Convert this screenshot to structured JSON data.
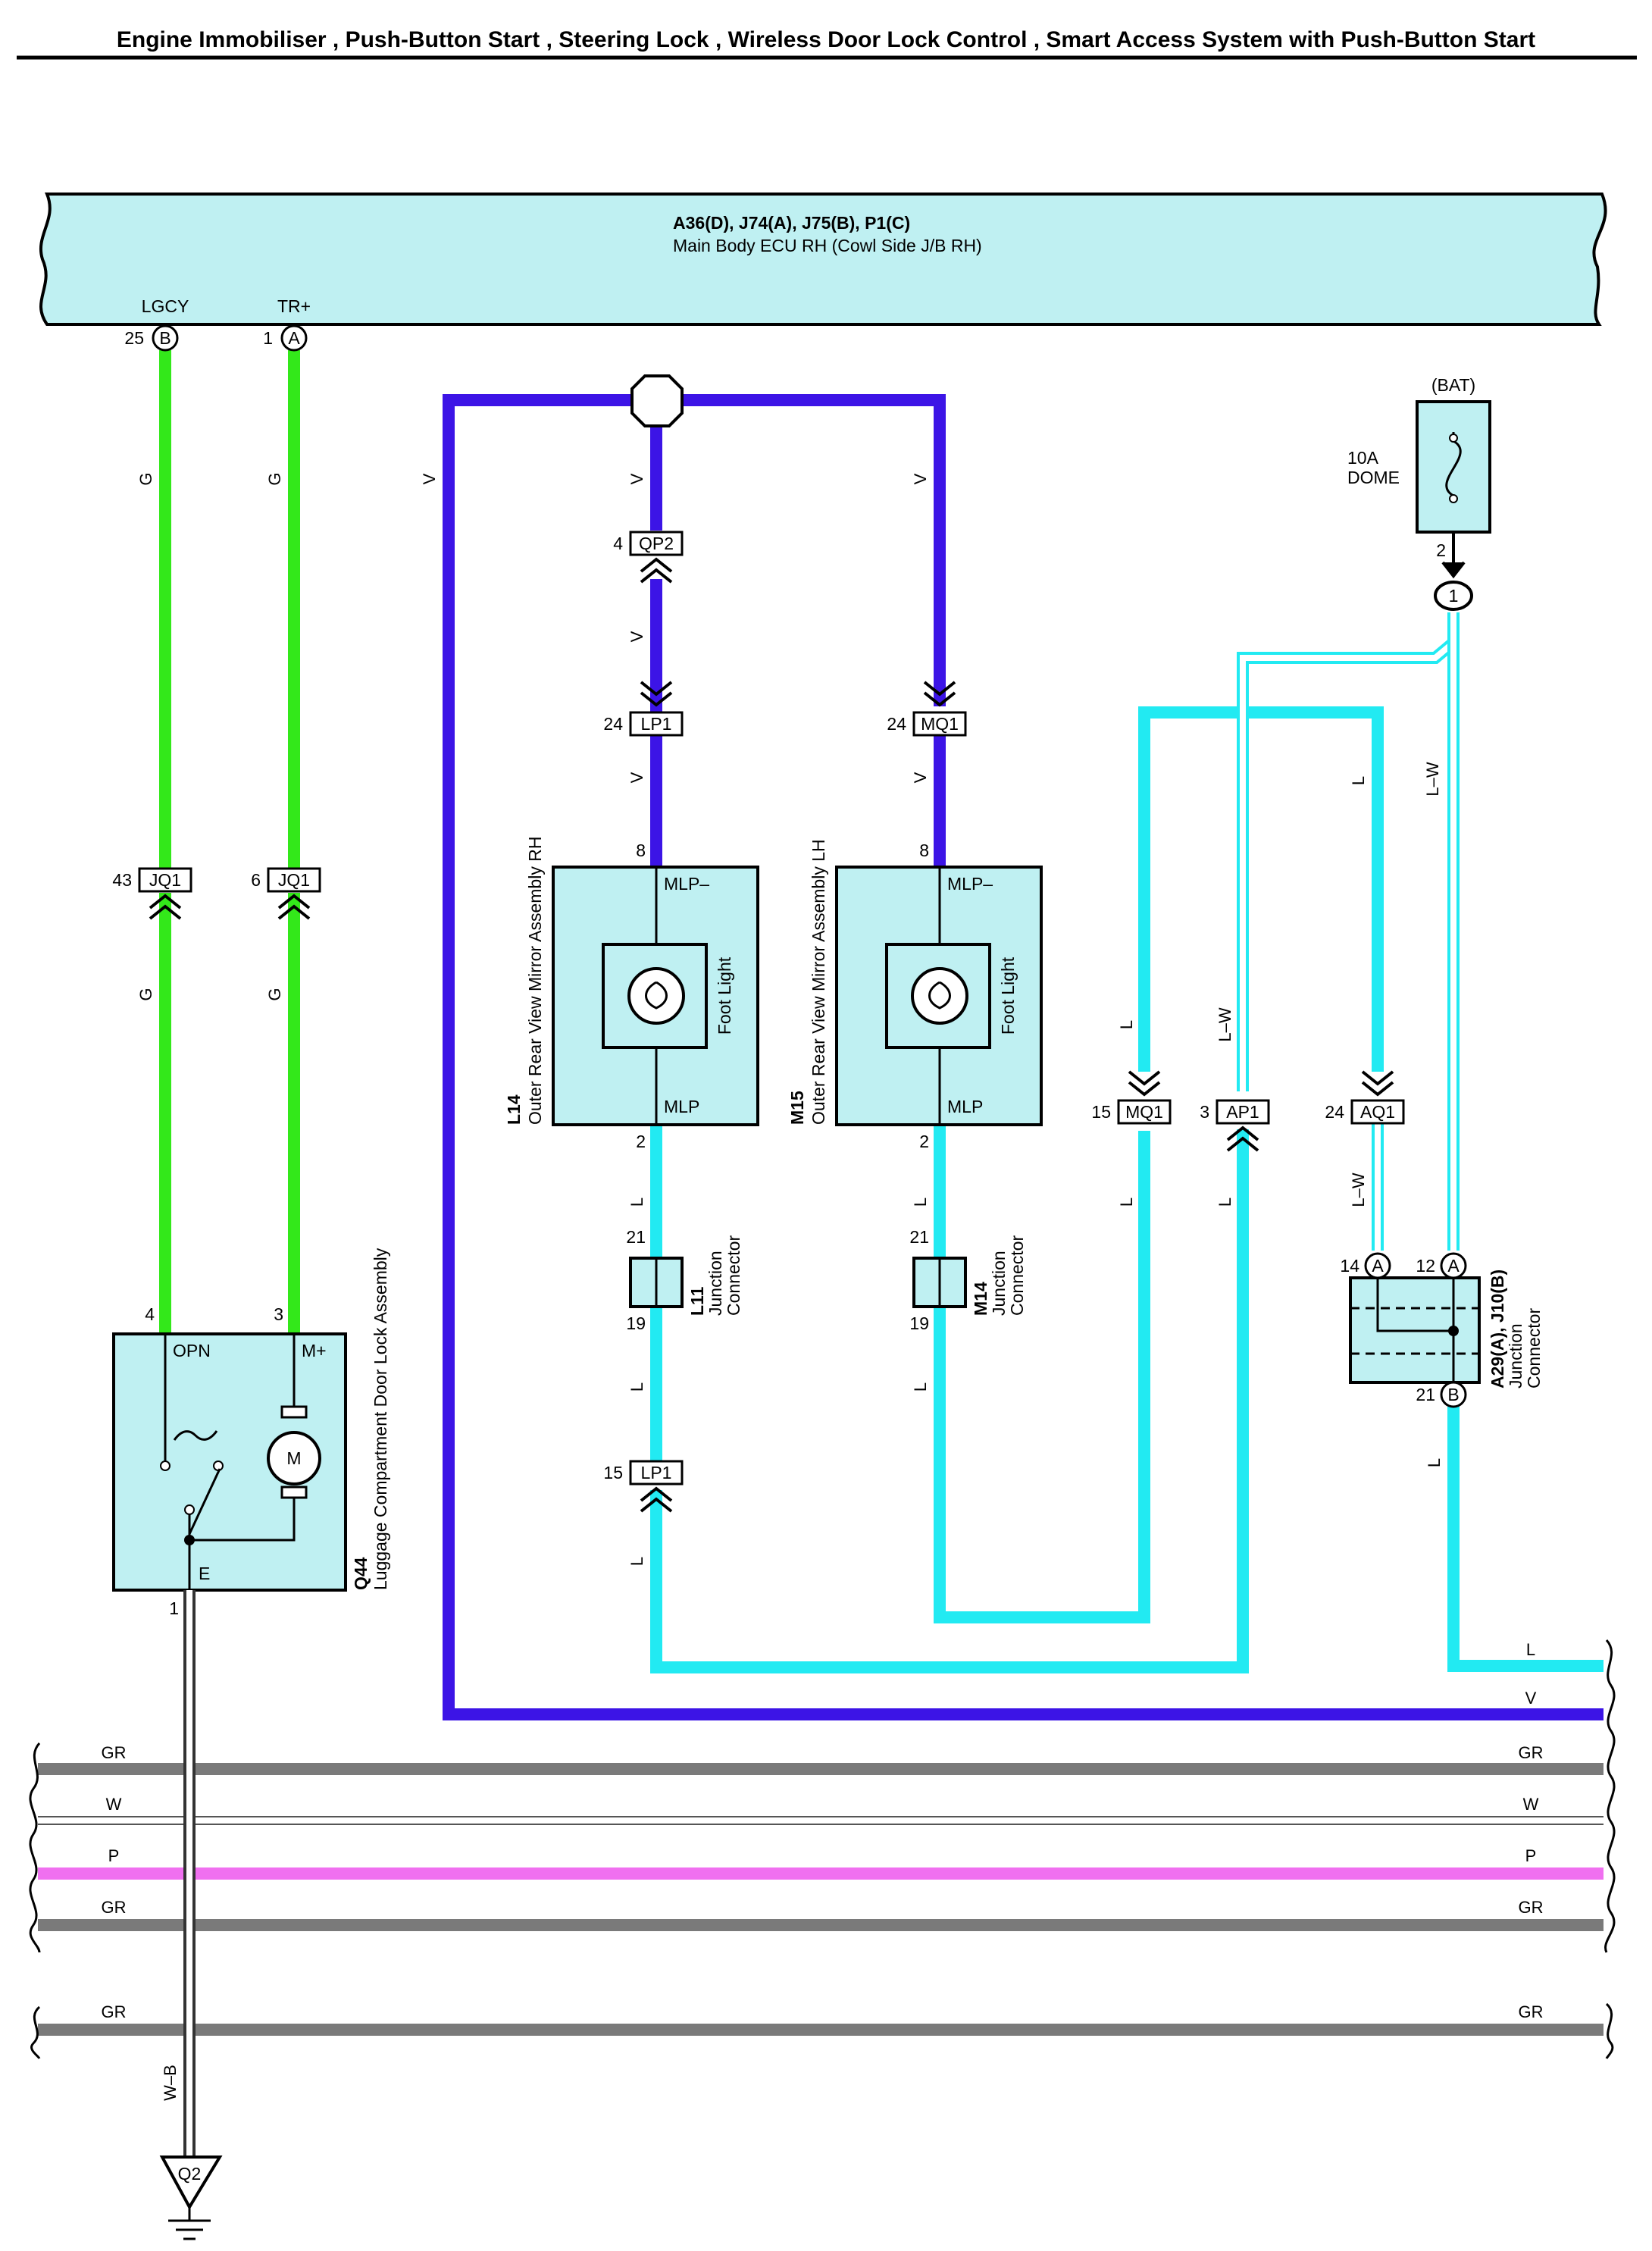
{
  "title": "Engine Immobiliser , Push-Button Start , Steering Lock , Wireless Door Lock Control , Smart Access System with Push-Button Start",
  "colors": {
    "G": "#33e81a",
    "V": "#3c14e6",
    "L": "#22eaf2",
    "GR": "#7a7a7a",
    "P": "#f070f0",
    "component_fill": "#bff0f2"
  },
  "ecu": {
    "connectors": "A36(D), J74(A), J75(B), P1(C)",
    "name": "Main Body ECU RH (Cowl Side J/B RH)",
    "terminals": [
      {
        "name": "LGCY",
        "pin": "25",
        "connector": "B"
      },
      {
        "name": "TR+",
        "pin": "1",
        "connector": "A"
      }
    ]
  },
  "wire_colors": {
    "g": "G",
    "v": "V",
    "l": "L",
    "lw": "L–W",
    "gr": "GR",
    "w": "W",
    "p": "P",
    "wb": "W–B"
  },
  "connectors": {
    "qp2": {
      "pin": "4",
      "name": "QP2"
    },
    "lp1_top": {
      "pin": "24",
      "name": "LP1"
    },
    "mq1_top": {
      "pin": "24",
      "name": "MQ1"
    },
    "jq1_left": {
      "pin": "43",
      "name": "JQ1"
    },
    "jq1_right": {
      "pin": "6",
      "name": "JQ1"
    },
    "mq1_bot": {
      "pin": "15",
      "name": "MQ1"
    },
    "ap1": {
      "pin": "3",
      "name": "AP1"
    },
    "aq1": {
      "pin": "24",
      "name": "AQ1"
    },
    "lp1_bot": {
      "pin": "15",
      "name": "LP1"
    }
  },
  "mirror_rh": {
    "code": "L14",
    "name": "Outer Rear View Mirror Assembly RH",
    "pin_top": "8",
    "pin_bottom": "2",
    "term_top": "MLP–",
    "term_bottom": "MLP",
    "lamp": "Foot Light"
  },
  "mirror_lh": {
    "code": "M15",
    "name": "Outer Rear View Mirror Assembly LH",
    "pin_top": "8",
    "pin_bottom": "2",
    "term_top": "MLP–",
    "term_bottom": "MLP",
    "lamp": "Foot Light"
  },
  "jc_l11": {
    "code": "L11",
    "name_line1": "Junction",
    "name_line2": "Connector",
    "pin_top": "21",
    "pin_bottom": "19"
  },
  "jc_m14": {
    "code": "M14",
    "name_line1": "Junction",
    "name_line2": "Connector",
    "pin_top": "21",
    "pin_bottom": "19"
  },
  "jc_a29": {
    "code": "A29(A), J10(B)",
    "name_line1": "Junction",
    "name_line2": "Connector",
    "pin_left": "14",
    "pin_left_conn": "A",
    "pin_right": "12",
    "pin_right_conn": "A",
    "pin_bottom": "21",
    "pin_bottom_conn": "B"
  },
  "fuse": {
    "source": "(BAT)",
    "rating": "10A",
    "name": "DOME",
    "pin": "2",
    "junction_pin": "1"
  },
  "door_lock": {
    "code": "Q44",
    "name": "Luggage Compartment Door Lock Assembly",
    "pin_opn": "4",
    "pin_mplus": "3",
    "pin_e": "1",
    "term_opn": "OPN",
    "term_mplus": "M+",
    "term_e": "E",
    "motor": "M"
  },
  "ground": {
    "name": "Q2"
  }
}
